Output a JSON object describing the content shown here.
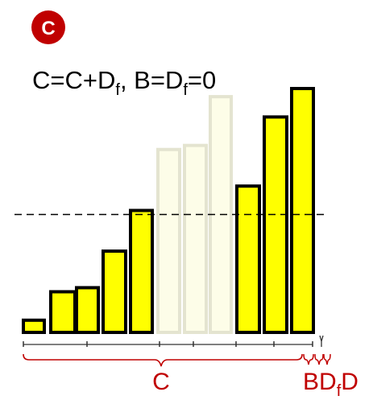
{
  "badge": {
    "letter": "C",
    "color": "#c00000"
  },
  "formula": {
    "part1": "C=C+D",
    "sub1": "f",
    "part2": ", B=D",
    "sub2": "f",
    "part3": "=0"
  },
  "chart_data": {
    "type": "bar",
    "note_bar_states": "solid = active, faded = removed",
    "values": [
      3,
      10,
      11,
      20,
      30,
      45,
      46,
      58,
      36,
      53,
      60
    ],
    "bar_state": [
      "solid",
      "solid",
      "solid",
      "solid",
      "solid",
      "faded",
      "faded",
      "faded",
      "solid",
      "solid",
      "solid"
    ],
    "threshold": 29,
    "colors": {
      "solid_fill": "#ffff00",
      "solid_stroke": "#000000",
      "faded_fill": "#fdfde8",
      "faded_stroke": "#e4e4d0",
      "dash": "#000000",
      "brace": "#c00000"
    }
  },
  "labels": {
    "c": "C",
    "b": "B",
    "d": "D",
    "d_sub": "f",
    "d2": "D"
  }
}
